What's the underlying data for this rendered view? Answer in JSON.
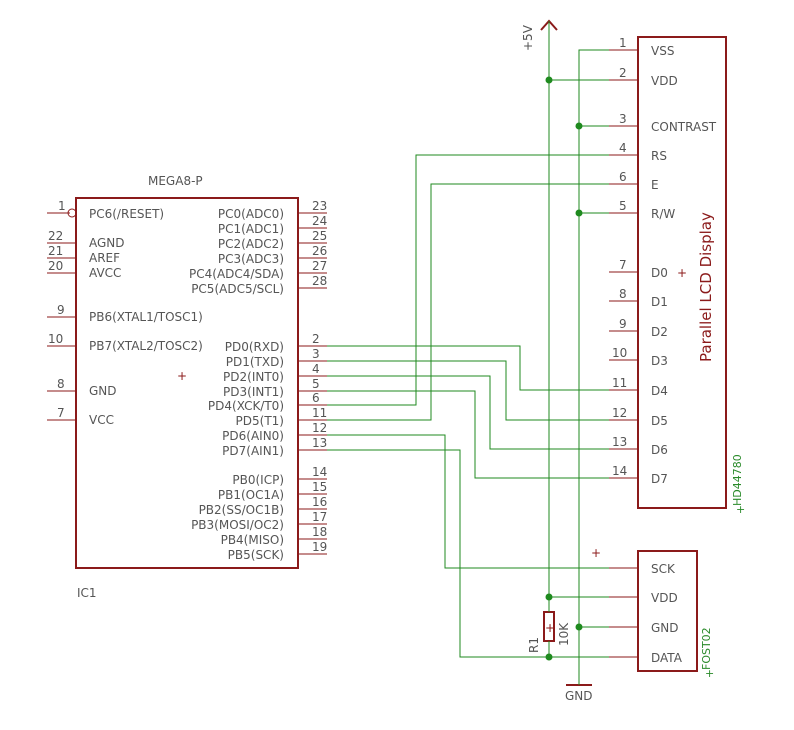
{
  "ic1": {
    "part": "MEGA8-P",
    "name": "IC1",
    "left_pins": [
      {
        "num": "1",
        "label": "PC6(/RESET)"
      },
      {
        "num": "22",
        "label": "AGND"
      },
      {
        "num": "21",
        "label": "AREF"
      },
      {
        "num": "20",
        "label": "AVCC"
      },
      {
        "num": "9",
        "label": "PB6(XTAL1/TOSC1)"
      },
      {
        "num": "10",
        "label": "PB7(XTAL2/TOSC2)"
      },
      {
        "num": "8",
        "label": "GND"
      },
      {
        "num": "7",
        "label": "VCC"
      }
    ],
    "right_pins": [
      {
        "num": "23",
        "label": "PC0(ADC0)"
      },
      {
        "num": "24",
        "label": "PC1(ADC1)"
      },
      {
        "num": "25",
        "label": "PC2(ADC2)"
      },
      {
        "num": "26",
        "label": "PC3(ADC3)"
      },
      {
        "num": "27",
        "label": "PC4(ADC4/SDA)"
      },
      {
        "num": "28",
        "label": "PC5(ADC5/SCL)"
      },
      {
        "num": "2",
        "label": "PD0(RXD)"
      },
      {
        "num": "3",
        "label": "PD1(TXD)"
      },
      {
        "num": "4",
        "label": "PD2(INT0)"
      },
      {
        "num": "5",
        "label": "PD3(INT1)"
      },
      {
        "num": "6",
        "label": "PD4(XCK/T0)"
      },
      {
        "num": "11",
        "label": "PD5(T1)"
      },
      {
        "num": "12",
        "label": "PD6(AIN0)"
      },
      {
        "num": "13",
        "label": "PD7(AIN1)"
      },
      {
        "num": "14",
        "label": "PB0(ICP)"
      },
      {
        "num": "15",
        "label": "PB1(OC1A)"
      },
      {
        "num": "16",
        "label": "PB2(SS/OC1B)"
      },
      {
        "num": "17",
        "label": "PB3(MOSI/OC2)"
      },
      {
        "num": "18",
        "label": "PB4(MISO)"
      },
      {
        "num": "19",
        "label": "PB5(SCK)"
      }
    ]
  },
  "lcd": {
    "title": "Parallel LCD Display",
    "name": "HD44780",
    "pins": [
      {
        "num": "1",
        "label": "VSS"
      },
      {
        "num": "2",
        "label": "VDD"
      },
      {
        "num": "3",
        "label": "CONTRAST"
      },
      {
        "num": "4",
        "label": "RS"
      },
      {
        "num": "6",
        "label": "E"
      },
      {
        "num": "5",
        "label": "R/W"
      },
      {
        "num": "7",
        "label": "D0"
      },
      {
        "num": "8",
        "label": "D1"
      },
      {
        "num": "9",
        "label": "D2"
      },
      {
        "num": "10",
        "label": "D3"
      },
      {
        "num": "11",
        "label": "D4"
      },
      {
        "num": "12",
        "label": "D5"
      },
      {
        "num": "13",
        "label": "D6"
      },
      {
        "num": "14",
        "label": "D7"
      }
    ]
  },
  "sensor": {
    "name": "FOST02",
    "pins": [
      {
        "label": "SCK"
      },
      {
        "label": "VDD"
      },
      {
        "label": "GND"
      },
      {
        "label": "DATA"
      }
    ]
  },
  "resistor": {
    "name": "R1",
    "value": "10K"
  },
  "power": {
    "vcc": "+5V",
    "gnd": "GND"
  },
  "colors": {
    "part": "#8b1a1a",
    "wire": "#1f8a1f",
    "text": "#555555"
  }
}
